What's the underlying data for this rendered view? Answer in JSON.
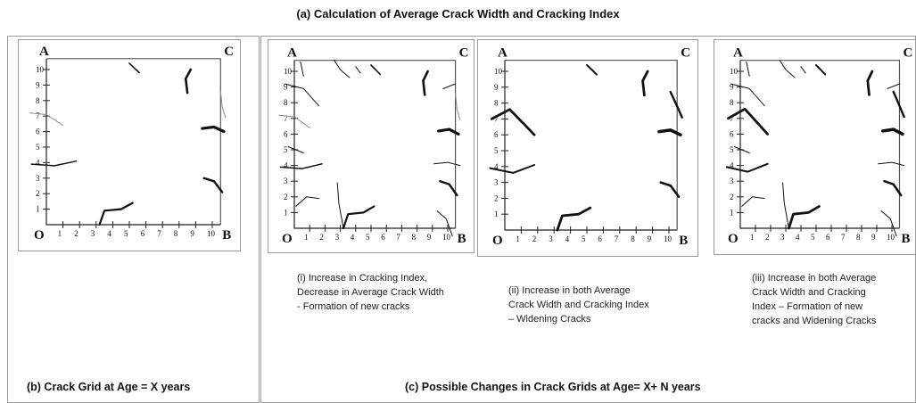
{
  "title": "(a) Calculation of Average Crack Width and Cracking Index",
  "corner_labels": {
    "top_left": "A",
    "top_right": "C",
    "origin": "O",
    "bottom_right": "B"
  },
  "axis_ticks": [
    "1",
    "2",
    "3",
    "4",
    "5",
    "6",
    "7",
    "8",
    "9",
    "10"
  ],
  "panel_b": {
    "caption": "(b) Crack Grid at Age = X years"
  },
  "panel_c": {
    "caption": "(c) Possible Changes in Crack Grids at Age= X+ N years",
    "scenarios": [
      {
        "label": "(i) Increase in Cracking Index, Decrease in Average Crack Width - Formation of new cracks"
      },
      {
        "label": "(ii) Increase in both Average Crack Width and Cracking Index – Widening Cracks"
      },
      {
        "label": "(iii) Increase in both Average Crack Width and Cracking Index – Formation of new cracks and Widening Cracks"
      }
    ]
  },
  "colors": {
    "crack_dark": "#111111",
    "crack_light": "#8c8c8c",
    "border": "#9a9a9a"
  }
}
